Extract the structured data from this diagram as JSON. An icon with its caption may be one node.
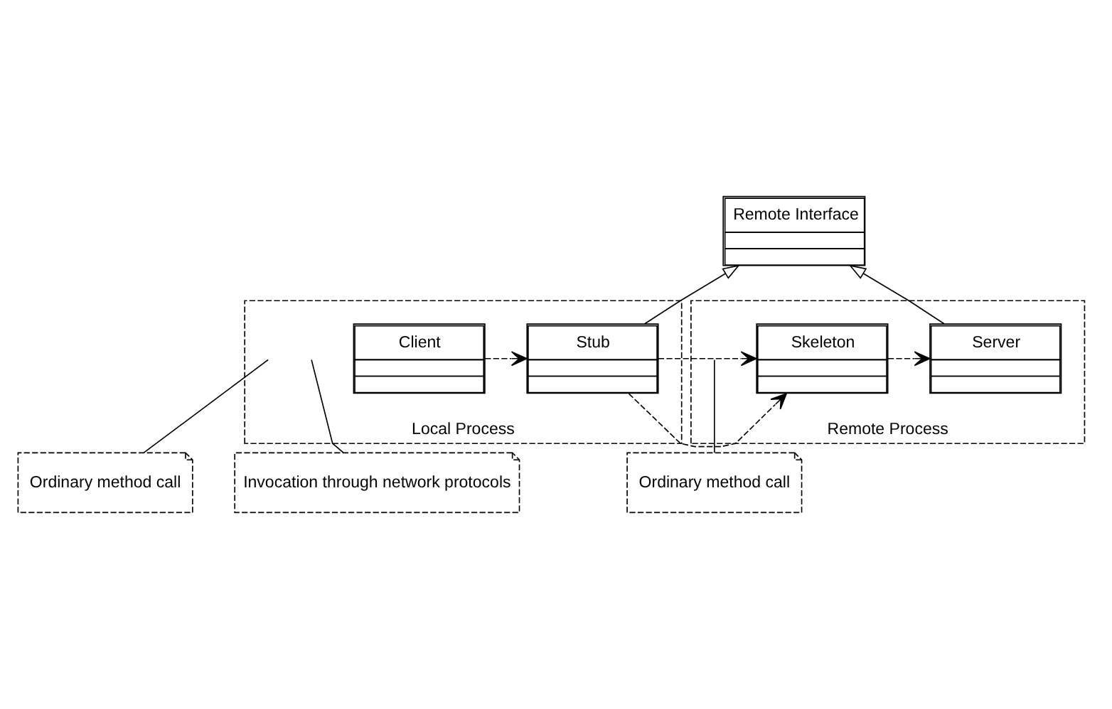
{
  "diagram": {
    "nodes": [
      {
        "text": [
          "Remote Interface"
        ]
      },
      {
        "text": [
          "Local Process"
        ]
      },
      {
        "text": [
          "Client"
        ],
        "in": 1
      },
      {
        "text": [
          "Stub"
        ],
        "in": 1
      },
      {
        "text": [
          "Remote Process"
        ]
      },
      {
        "text": [
          "Skeleton"
        ],
        "in": 4
      },
      {
        "text": [
          "Server"
        ],
        "in": 4
      },
      {
        "text": [
          "Ordinary method call"
        ]
      },
      {
        "text": [
          "Invocation through network protocols"
        ]
      },
      {
        "text": [
          "Ordinary method call"
        ]
      }
    ],
    "edges": [
      {
        "from": 3,
        "to": 0,
        "arrow": "to"
      },
      {
        "from": 6,
        "to": 0,
        "arrow": "to"
      },
      {
        "from": 2,
        "to": 3,
        "arrow": "to",
        "style": "dashed"
      },
      {
        "from": 3,
        "to": 5,
        "arrow": "to",
        "style": "dashed"
      },
      {
        "from": 5,
        "to": 6,
        "arrow": "to",
        "style": "dashed"
      },
      {
        "from": 7,
        "to": null,
        "arrow": "none"
      },
      {
        "from": 8,
        "to": null,
        "arrow": "none"
      },
      {
        "from": 9,
        "to": null,
        "arrow": "none"
      }
    ]
  }
}
